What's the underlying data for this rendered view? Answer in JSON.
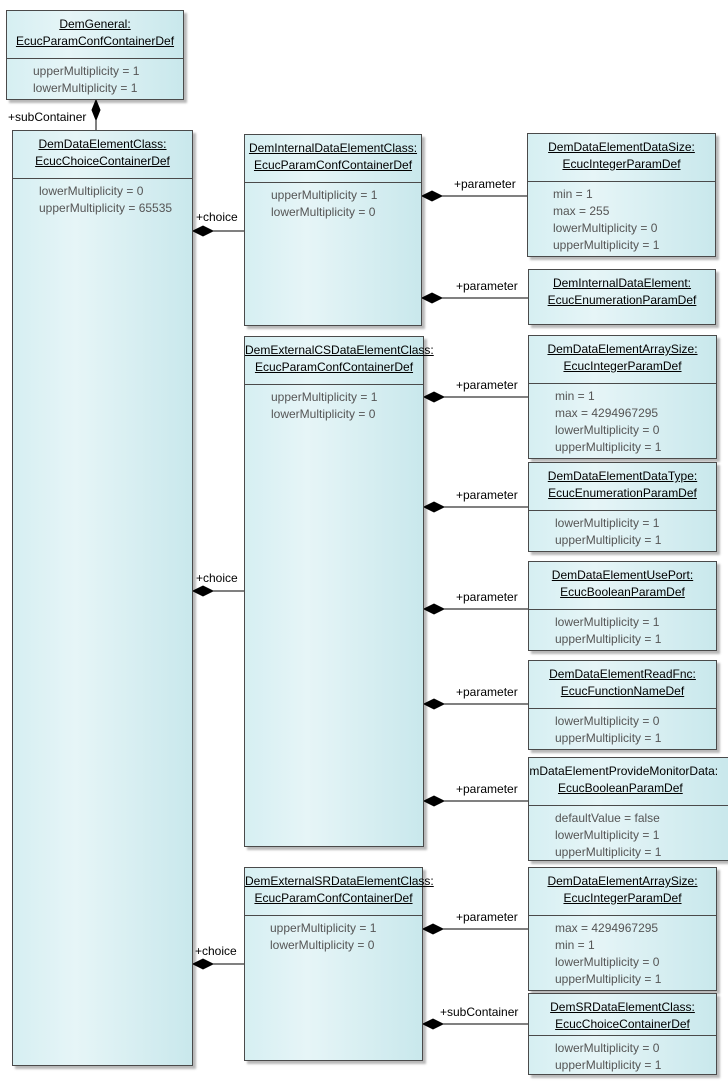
{
  "dem_general": {
    "name": "DemGeneral:",
    "type": "EcucParamConfContainerDef",
    "attrs": [
      "upperMultiplicity = 1",
      "lowerMultiplicity = 1"
    ]
  },
  "data_element_class": {
    "name": "DemDataElementClass:",
    "type": "EcucChoiceContainerDef",
    "attrs": [
      "lowerMultiplicity = 0",
      "upperMultiplicity = 65535"
    ]
  },
  "internal_class": {
    "name": "DemInternalDataElementClass:",
    "type": "EcucParamConfContainerDef",
    "attrs": [
      "upperMultiplicity = 1",
      "lowerMultiplicity = 0"
    ]
  },
  "internal_data_size": {
    "name": "DemDataElementDataSize:",
    "type": "EcucIntegerParamDef",
    "attrs": [
      "min = 1",
      "max = 255",
      "lowerMultiplicity = 0",
      "upperMultiplicity = 1"
    ]
  },
  "internal_data_element": {
    "name": "DemInternalDataElement:",
    "type": "EcucEnumerationParamDef"
  },
  "external_cs_class": {
    "name": "DemExternalCSDataElementClass:",
    "type": "EcucParamConfContainerDef",
    "attrs": [
      "upperMultiplicity = 1",
      "lowerMultiplicity = 0"
    ]
  },
  "cs_array_size": {
    "name": "DemDataElementArraySize:",
    "type": "EcucIntegerParamDef",
    "attrs": [
      "min = 1",
      "max = 4294967295",
      "lowerMultiplicity = 0",
      "upperMultiplicity = 1"
    ]
  },
  "cs_data_type": {
    "name": "DemDataElementDataType:",
    "type": "EcucEnumerationParamDef",
    "attrs": [
      "lowerMultiplicity = 1",
      "upperMultiplicity = 1"
    ]
  },
  "cs_use_port": {
    "name": "DemDataElementUsePort:",
    "type": "EcucBooleanParamDef",
    "attrs": [
      "lowerMultiplicity = 1",
      "upperMultiplicity = 1"
    ]
  },
  "cs_read_fnc": {
    "name": "DemDataElementReadFnc:",
    "type": "EcucFunctionNameDef",
    "attrs": [
      "lowerMultiplicity = 0",
      "upperMultiplicity = 1"
    ]
  },
  "cs_provide_monitor": {
    "name": "DemDataElementProvideMonitorData:",
    "type": "EcucBooleanParamDef",
    "attrs": [
      "defaultValue = false",
      "lowerMultiplicity = 1",
      "upperMultiplicity = 1"
    ]
  },
  "external_sr_class": {
    "name": "DemExternalSRDataElementClass:",
    "type": "EcucParamConfContainerDef",
    "attrs": [
      "upperMultiplicity = 1",
      "lowerMultiplicity = 0"
    ]
  },
  "sr_array_size": {
    "name": "DemDataElementArraySize:",
    "type": "EcucIntegerParamDef",
    "attrs": [
      "max = 4294967295",
      "min = 1",
      "lowerMultiplicity = 0",
      "upperMultiplicity = 1"
    ]
  },
  "sr_data_element_class": {
    "name": "DemSRDataElementClass:",
    "type": "EcucChoiceContainerDef",
    "attrs": [
      "lowerMultiplicity = 0",
      "upperMultiplicity = 1"
    ]
  },
  "labels": {
    "sub_container": "+subContainer",
    "choice": "+choice",
    "parameter": "+parameter"
  }
}
